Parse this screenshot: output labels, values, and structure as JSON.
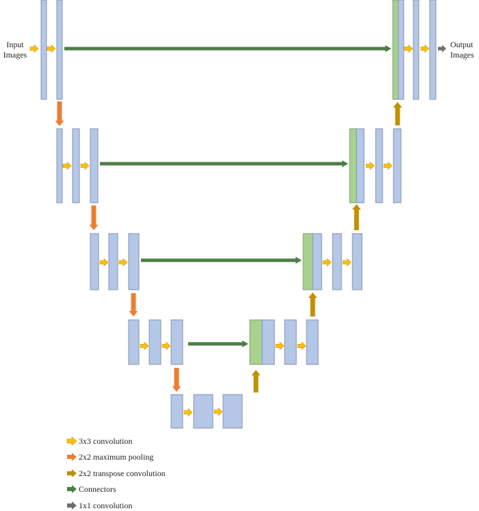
{
  "title": "U-Net architecture diagram",
  "labels": {
    "input": [
      "Input",
      "Images"
    ],
    "output": [
      "Output",
      "Images"
    ]
  },
  "colors": {
    "block_fill": "#b4c7e7",
    "block_stroke": "#8391ad",
    "concat_fill": "#a9d18e",
    "concat_stroke": "#7f9e6b",
    "conv3x3": "#ffc000",
    "conv3x3_stroke": "#c9a12a",
    "maxpool": "#ed7d31",
    "transpose": "#bf9000",
    "connector": "#4e7d46",
    "conv1x1": "#6e6e6e"
  },
  "legend": [
    {
      "key": "conv3x3",
      "icon": "yellow-arrow-icon",
      "label": "3x3 convolution"
    },
    {
      "key": "maxpool",
      "icon": "orange-arrow-icon",
      "label": "2x2 maximum pooling"
    },
    {
      "key": "transpose",
      "icon": "gold-arrow-icon",
      "label": "2x2 transpose convolution"
    },
    {
      "key": "connector",
      "icon": "green-arrow-icon",
      "label": "Connectors"
    },
    {
      "key": "conv1x1",
      "icon": "gray-arrow-icon",
      "label": "1x1 convolution"
    }
  ],
  "levels": [
    {
      "name": "level-1",
      "encoder_blocks": 2,
      "decoder_blocks": 3,
      "has_concat": true
    },
    {
      "name": "level-2",
      "encoder_blocks": 3,
      "decoder_blocks": 3,
      "has_concat": true
    },
    {
      "name": "level-3",
      "encoder_blocks": 3,
      "decoder_blocks": 3,
      "has_concat": true
    },
    {
      "name": "level-4",
      "encoder_blocks": 3,
      "decoder_blocks": 3,
      "has_concat": true
    },
    {
      "name": "bottleneck",
      "encoder_blocks": 3,
      "decoder_blocks": 0,
      "has_concat": false
    }
  ]
}
